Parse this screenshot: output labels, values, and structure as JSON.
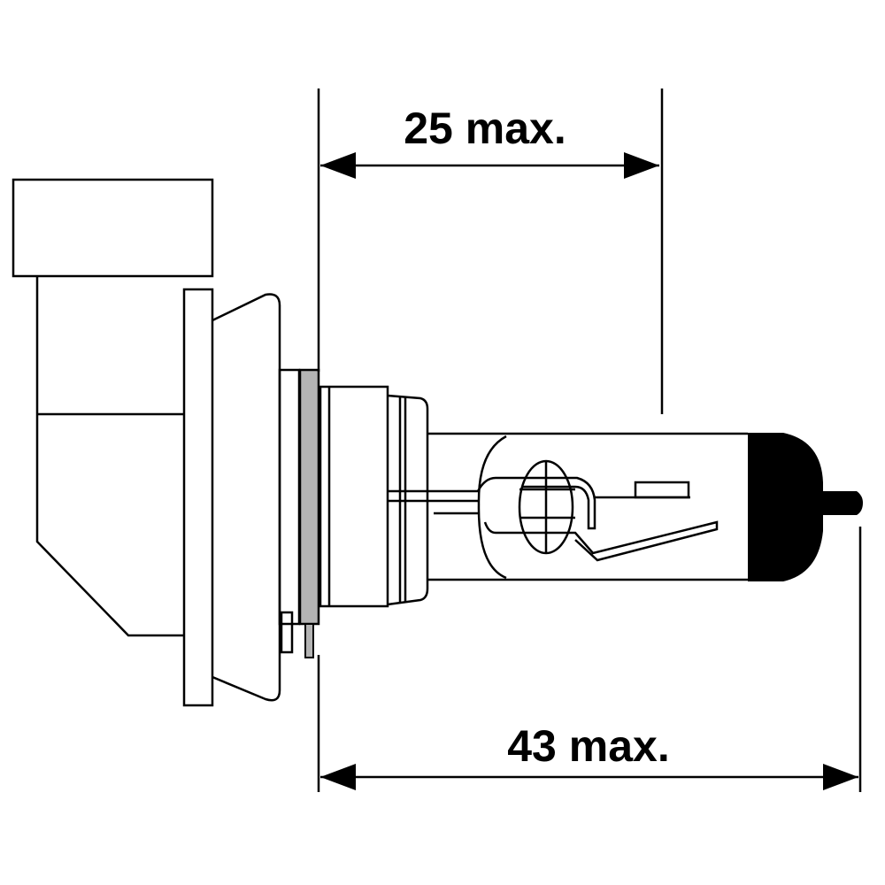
{
  "dimensions": {
    "top": {
      "label": "25 max.",
      "value_mm": 25
    },
    "bottom": {
      "label": "43 max.",
      "value_mm": 43
    }
  },
  "colors": {
    "line": "#000000",
    "gasket": "#b4b4b4",
    "tip": "#000000"
  }
}
